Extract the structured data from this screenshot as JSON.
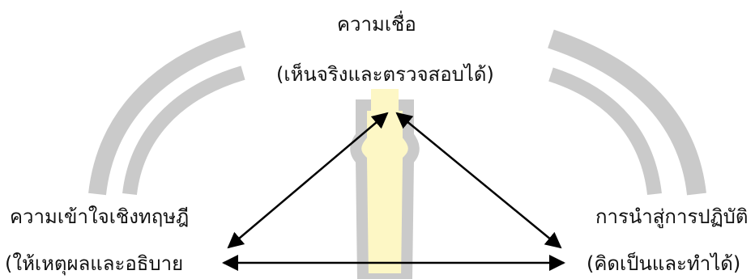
{
  "diagram": {
    "nodes": {
      "top": {
        "line1": "ความเชื่อ",
        "line2": "(เห็นจริงและตรวจสอบได้)"
      },
      "left": {
        "line1": "ความเข้าใจเชิงทฤษฎี",
        "line2": "(ให้เหตุผลและอธิบาย"
      },
      "right": {
        "line1": "การนำสู่การปฏิบัติ",
        "line2": "(คิดเป็นและทำได้)"
      }
    },
    "edges": [
      {
        "from": "top",
        "to": "left",
        "style": "double-arrow"
      },
      {
        "from": "top",
        "to": "right",
        "style": "double-arrow"
      },
      {
        "from": "left",
        "to": "right",
        "style": "double-arrow"
      }
    ]
  },
  "colors": {
    "arrow": "#000000",
    "text": "#111111",
    "watermark": "#c8c8c8",
    "watermark_center": "#fdf7c2"
  }
}
